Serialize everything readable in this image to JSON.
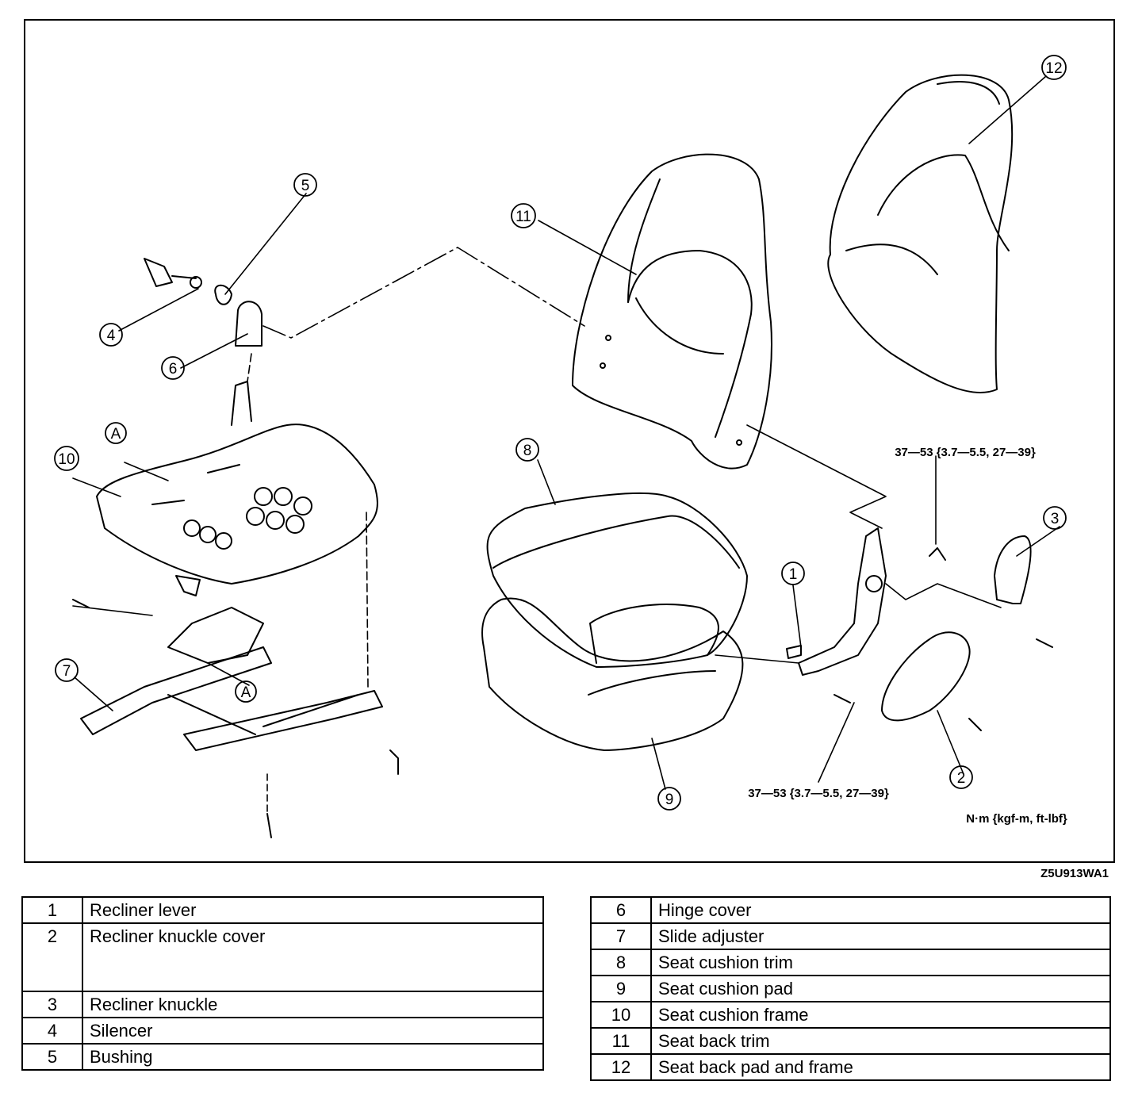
{
  "figure_code": "Z5U913WA1",
  "units_note": "N·m {kgf-m, ft-lbf}",
  "torque_spec_upper": "37—53 {3.7—5.5, 27—39}",
  "torque_spec_lower": "37—53 {3.7—5.5, 27—39}",
  "callouts": {
    "c1": "1",
    "c2": "2",
    "c3": "3",
    "c4": "4",
    "c5": "5",
    "c6": "6",
    "c7": "7",
    "c8": "8",
    "c9": "9",
    "c10": "10",
    "c11": "11",
    "c12": "12",
    "a1": "A",
    "a2": "A"
  },
  "parts_left": [
    {
      "num": "1",
      "name": "Recliner lever"
    },
    {
      "num": "2",
      "name": "Recliner knuckle cover"
    },
    {
      "num": "3",
      "name": "Recliner knuckle"
    },
    {
      "num": "4",
      "name": "Silencer"
    },
    {
      "num": "5",
      "name": "Bushing"
    }
  ],
  "parts_right": [
    {
      "num": "6",
      "name": "Hinge cover"
    },
    {
      "num": "7",
      "name": "Slide adjuster"
    },
    {
      "num": "8",
      "name": "Seat cushion trim"
    },
    {
      "num": "9",
      "name": "Seat cushion pad"
    },
    {
      "num": "10",
      "name": "Seat cushion frame"
    },
    {
      "num": "11",
      "name": "Seat back trim"
    },
    {
      "num": "12",
      "name": "Seat back pad and frame"
    }
  ]
}
